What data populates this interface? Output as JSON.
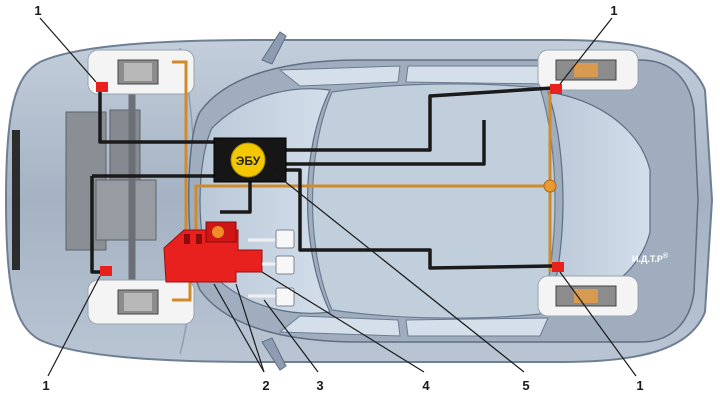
{
  "diagram": {
    "ecu_label": "ЭБУ",
    "credit": "И.Д.Т.Р",
    "credit_mark": "®",
    "callouts": {
      "wheel_sensor_front_left": "1",
      "wheel_sensor_front_right": "1",
      "wheel_sensor_rear_left": "1",
      "wheel_sensor_rear_right": "1",
      "hydraulic_unit": "2",
      "valve_block": "3",
      "pump_relay": "4",
      "ecu": "5"
    },
    "colors": {
      "body": "#a9b6c6",
      "glass": "#c6d3e0",
      "wiring": "#1a1a1a",
      "brake_line": "#d08a2a",
      "hydraulic_unit": "#e8201e",
      "ecu_fill": "#161616",
      "ecu_badge": "#f2c800"
    }
  }
}
